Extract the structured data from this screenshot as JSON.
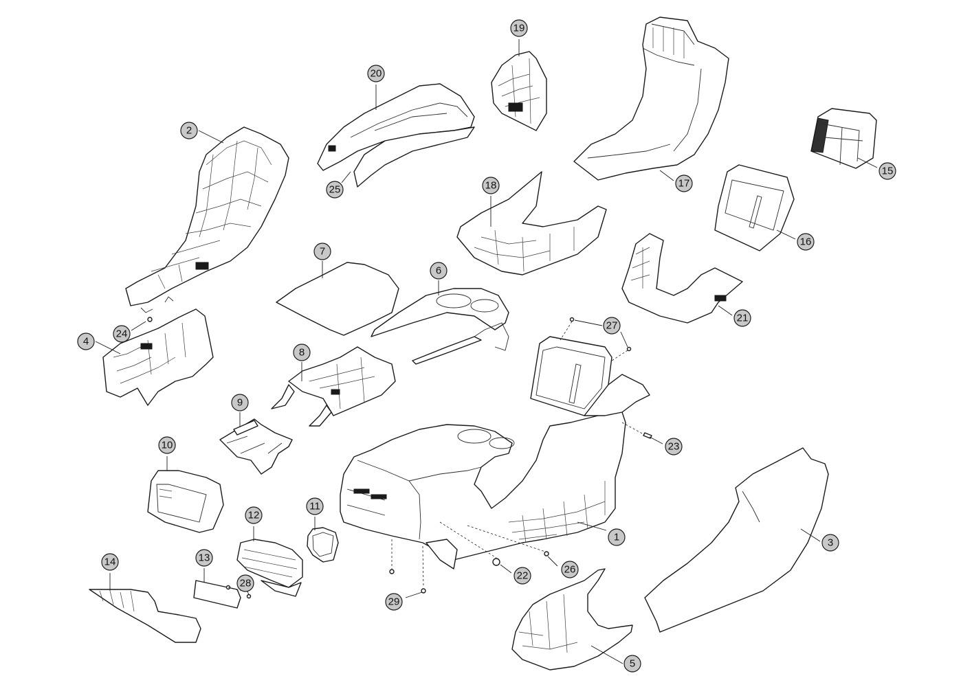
{
  "callouts": [
    {
      "id": "1",
      "label": "1"
    },
    {
      "id": "2",
      "label": "2"
    },
    {
      "id": "3",
      "label": "3"
    },
    {
      "id": "4",
      "label": "4"
    },
    {
      "id": "5",
      "label": "5"
    },
    {
      "id": "6",
      "label": "6"
    },
    {
      "id": "7",
      "label": "7"
    },
    {
      "id": "8",
      "label": "8"
    },
    {
      "id": "9",
      "label": "9"
    },
    {
      "id": "10",
      "label": "10"
    },
    {
      "id": "11",
      "label": "11"
    },
    {
      "id": "12",
      "label": "12"
    },
    {
      "id": "13",
      "label": "13"
    },
    {
      "id": "14",
      "label": "14"
    },
    {
      "id": "15",
      "label": "15"
    },
    {
      "id": "16",
      "label": "16"
    },
    {
      "id": "17",
      "label": "17"
    },
    {
      "id": "18",
      "label": "18"
    },
    {
      "id": "19",
      "label": "19"
    },
    {
      "id": "20",
      "label": "20"
    },
    {
      "id": "21",
      "label": "21"
    },
    {
      "id": "22",
      "label": "22"
    },
    {
      "id": "23",
      "label": "23"
    },
    {
      "id": "24",
      "label": "24"
    },
    {
      "id": "25",
      "label": "25"
    },
    {
      "id": "26",
      "label": "26"
    },
    {
      "id": "27",
      "label": "27"
    },
    {
      "id": "28",
      "label": "28"
    },
    {
      "id": "29",
      "label": "29"
    }
  ],
  "colors": {
    "line": "#1a1a1a",
    "callout_fill": "#c8c8c8",
    "background": "#ffffff"
  }
}
